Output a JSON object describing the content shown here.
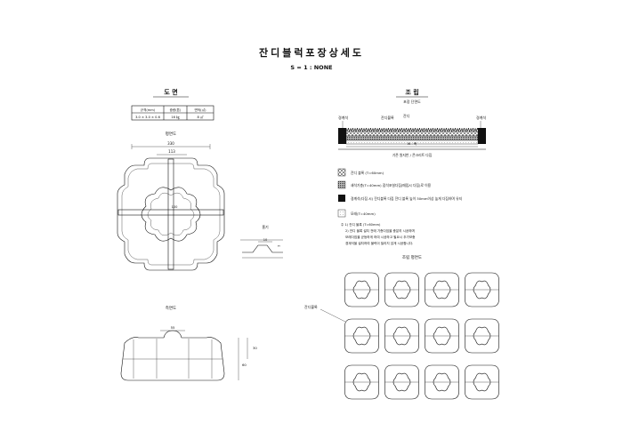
{
  "title": "잔디블럭포장상세도",
  "scale": "S = 1 : NONE",
  "left": {
    "heading": "도 면",
    "spec_table": {
      "headers": [
        "규격(mm)",
        "중량(톤)",
        "면적(㎡)"
      ],
      "values": [
        "3.0 × 3.0 × 0.6",
        "16 ㎏",
        "8 ㎡"
      ]
    },
    "plan_label": "평면도",
    "plan_dim_total": "330",
    "plan_dim_inner": "113",
    "plan_dim_center": "100",
    "detail_note": "홈기",
    "detail_dim": "10",
    "side_label": "측면도",
    "side_dim_top": "55",
    "side_dim_h1": "30",
    "side_dim_h2": "60"
  },
  "right": {
    "heading": "조 립",
    "section_label": "포장 단면도",
    "section_tags": [
      "잔디블록",
      "잔디"
    ],
    "left_tag": "경계석",
    "right_tag": "경계석",
    "section_dim": "W - 폭",
    "section_base": "기존 원지반 / 콘크리트 다짐",
    "legend": [
      {
        "pattern": "cross",
        "text": "잔디 블록 (T=60mm)"
      },
      {
        "pattern": "dense",
        "text": "쇄석기층(T=40mm) 잡석포설다짐(매립시 다짐)로 이용"
      },
      {
        "pattern": "solid",
        "text": "경계석(다짐 시) 잔디블록 다짐 잔디 블록 높이 30mm이상 높게 다짐하며 유지"
      },
      {
        "pattern": "light",
        "text": "모래(T=40mm)"
      }
    ],
    "note_lines": [
      "주 1) 잔디 블록 (T=60mm)",
      "2) 잔디 블록 설치 전에 기층다짐을 충분히 시공하며",
      "모래다짐을 균등하게 하여 시공하고 필요시 추가보충",
      "경계석을 설치하여 블럭이 밀리지 않게 시공합니다."
    ],
    "assembly_label": "조립 평면도",
    "assembly_callout": "잔디블록"
  }
}
